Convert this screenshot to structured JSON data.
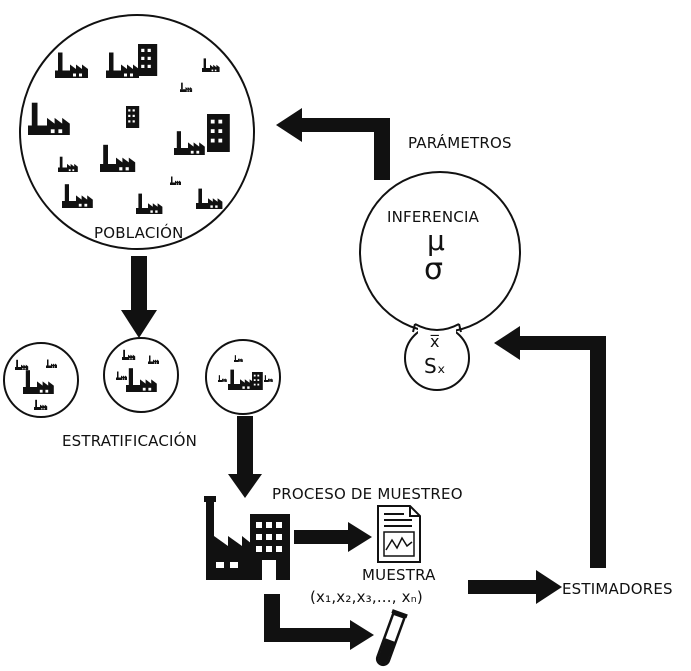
{
  "labels": {
    "poblacion": "POBLACIÓN",
    "parametros": "PARÁMETROS",
    "inferencia": "INFERENCIA",
    "mu": "μ",
    "sigma": "σ",
    "xbar": "x̅",
    "sx": "Sₓ",
    "estratificacion": "ESTRATIFICACIÓN",
    "proceso": "PROCESO DE MUESTREO",
    "muestra": "MUESTRA",
    "muestra_set": "(x₁,x₂,x₃,..., xₙ)",
    "estimadores": "ESTIMADORES"
  },
  "icons": [
    "factory-icon",
    "document-chart-icon",
    "test-tube-icon",
    "arrow-icon"
  ],
  "colors": {
    "ink": "#111111",
    "background": "#ffffff"
  }
}
